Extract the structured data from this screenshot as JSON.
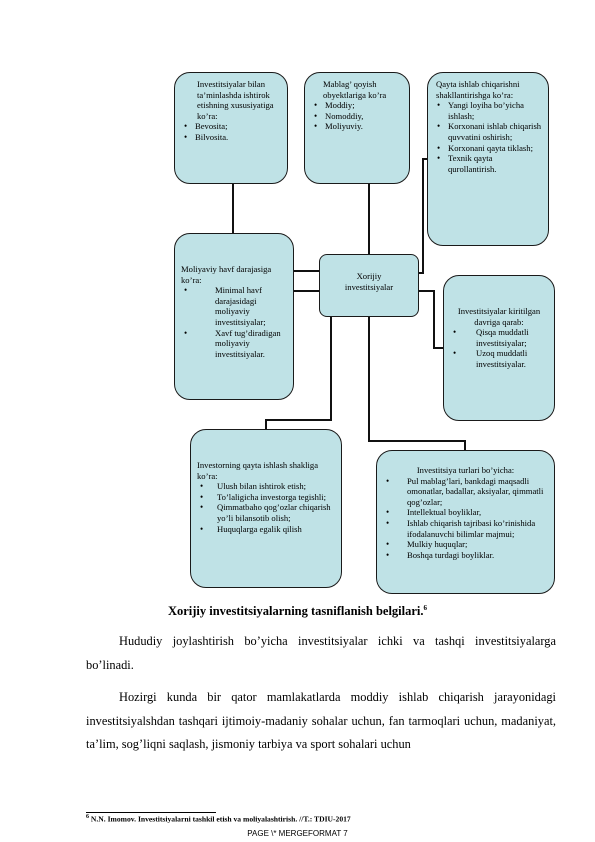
{
  "diagram": {
    "center": "Xorijiy investitsiyalar",
    "box_participation": {
      "title": "Investitsiyalar bilan ta’minlashda ishtirok etishning xususiyatiga ko’ra:",
      "items": [
        "Bevosita;",
        "Bilvosita."
      ]
    },
    "box_objects": {
      "title": "Mablag’ qoyish obyektlariga ko’ra",
      "items": [
        "Moddiy;",
        "Nomoddiy,",
        "Moliyuviy."
      ]
    },
    "box_reproduction": {
      "title": "Qayta ishlab chiqarishni shakllantirishga ko’ra:",
      "items": [
        "Yangi loyiha bo’yicha ishlash;",
        "Korxonani ishlab chiqarish quvvatini oshirish;",
        "Korxonani qayta tiklash;",
        "Texnik qayta qurollantirish."
      ]
    },
    "box_risk": {
      "title": "Moliyaviy havf darajasiga ko’ra:",
      "items": [
        "Minimal havf darajasidagi moliyaviy investitsiyalar;",
        "Xavf tug’diradigan moliyaviy investitsiyalar."
      ]
    },
    "box_term": {
      "title": "Investitsiyalar kiritilgan davriga qarab:",
      "items": [
        "Qisqa muddatli investitsiyalar;",
        "Uzoq muddatli investitsiyalar."
      ]
    },
    "box_investor": {
      "title": "Investorning qayta ishlash shakliga ko’ra:",
      "items": [
        "Ulush bilan ishtirok etish;",
        "To’laligicha investorga tegishli;",
        "Qimmatbaho qog’ozlar chiqarish yo’li bilansotib olish;",
        "Huquqlarga egalik qilish"
      ]
    },
    "box_types": {
      "title": "Investitsiya turlari bo’yicha:",
      "items": [
        "Pul mablag’lari, bankdagi maqsadli omonatlar, badallar, aksiyalar, qimmatli qog’ozlar;",
        "Intellektual boyliklar,",
        "Ishlab chiqarish tajribasi ko’rinishida ifodalanuvchi bilimlar majmui;",
        "Mulkiy huquqlar;",
        "Boshqa turdagi boyliklar."
      ]
    }
  },
  "caption": "Xorijiy investitsiyalarning tasniflanish belgilari.",
  "caption_note": "6",
  "paragraphs": [
    "Hududiy joylashtirish bo’yicha investitsiyalar ichki va tashqi investitsiyalarga bo’linadi.",
    "Hozirgi kunda bir qator mamlakatlarda moddiy ishlab chiqarish jarayonidagi investitsiyalshdan tashqari ijtimoiy-madaniy sohalar uchun, fan tarmoqlari uchun, madaniyat, ta’lim, sog’liqni saqlash, jismoniy tarbiya va sport sohalari uchun"
  ],
  "footnote_num": "6",
  "footnote": "N.N. Imomov. Investitsiyalarni tashkil etish va moliyalashtirish. //T.: TDIU-2017",
  "page_field": "PAGE   \\* MERGEFORMAT 7"
}
